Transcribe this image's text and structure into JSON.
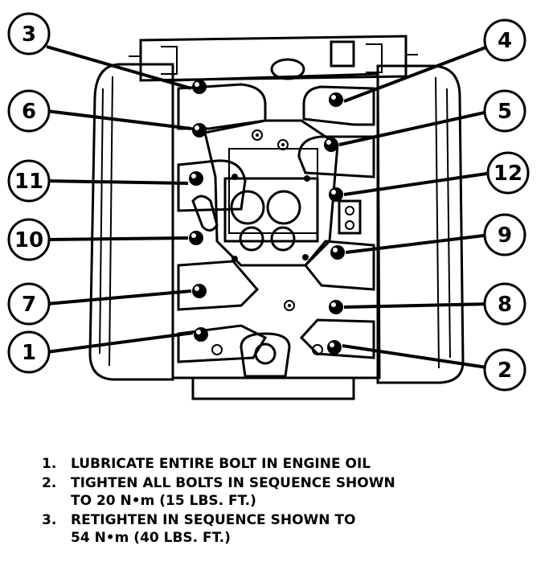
{
  "callouts": [
    {
      "id": "3",
      "label": "3"
    },
    {
      "id": "4",
      "label": "4"
    },
    {
      "id": "6",
      "label": "6"
    },
    {
      "id": "5",
      "label": "5"
    },
    {
      "id": "11",
      "label": "11"
    },
    {
      "id": "12",
      "label": "12"
    },
    {
      "id": "10",
      "label": "10"
    },
    {
      "id": "9",
      "label": "9"
    },
    {
      "id": "7",
      "label": "7"
    },
    {
      "id": "8",
      "label": "8"
    },
    {
      "id": "1",
      "label": "1"
    },
    {
      "id": "2",
      "label": "2"
    }
  ],
  "notes": [
    {
      "number": "1.",
      "lines": [
        "LUBRICATE ENTIRE BOLT IN ENGINE OIL"
      ]
    },
    {
      "number": "2.",
      "lines": [
        "TIGHTEN ALL BOLTS IN SEQUENCE SHOWN",
        "TO 20 N•m (15 LBS. FT.)"
      ]
    },
    {
      "number": "3.",
      "lines": [
        "RETIGHTEN IN SEQUENCE SHOWN TO",
        "54 N•m (40 LBS. FT.)"
      ]
    }
  ],
  "colors": {
    "ink": "#000000",
    "paper": "#ffffff"
  }
}
